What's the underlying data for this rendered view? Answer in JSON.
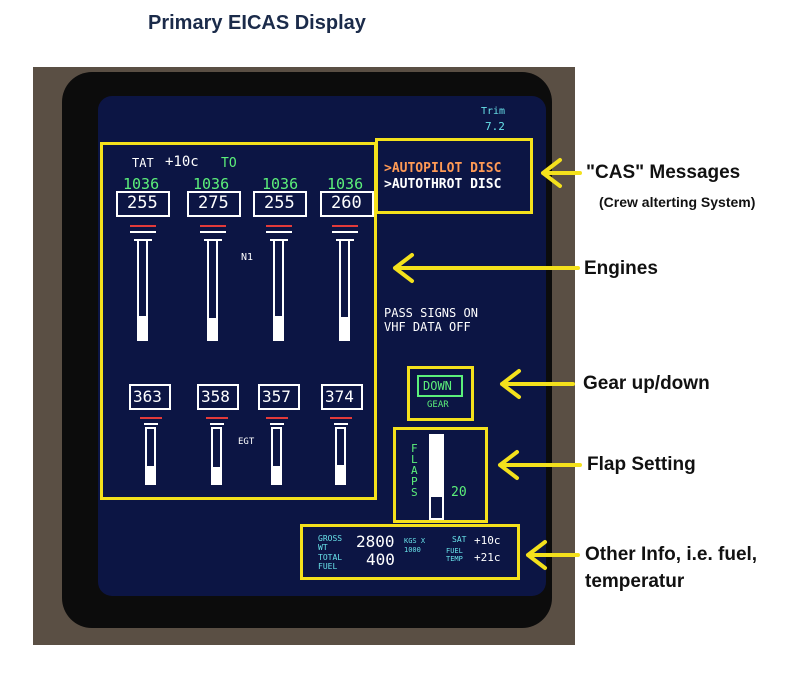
{
  "title": "Primary EICAS Display",
  "trim": {
    "label": "Trim",
    "value": "7.2"
  },
  "tat": {
    "label": "TAT",
    "value": "+10c",
    "mode": "TO"
  },
  "engines": {
    "limits": [
      "1036",
      "1036",
      "1036",
      "1036"
    ],
    "n1": [
      "255",
      "275",
      "255",
      "260"
    ],
    "n1_label": "N1",
    "egt": [
      "363",
      "358",
      "357",
      "374"
    ],
    "egt_label": "EGT"
  },
  "cas": {
    "line1": ">AUTOPILOT DISC",
    "line2": ">AUTOTHROT DISC"
  },
  "memo": {
    "line1": "PASS SIGNS ON",
    "line2": "VHF DATA OFF"
  },
  "gear": {
    "state": "DOWN",
    "label": "GEAR"
  },
  "flaps": {
    "label": "FLAPS",
    "value": "20"
  },
  "info": {
    "gross_wt_label": "GROSS WT",
    "gross_wt": "2800",
    "total_fuel_label": "TOTAL FUEL",
    "total_fuel": "400",
    "unit": "KGS X 1000",
    "sat_label": "SAT",
    "sat": "+10c",
    "fuel_temp_label": "FUEL TEMP",
    "fuel_temp": "+21c"
  },
  "callouts": {
    "cas": "\"CAS\" Messages",
    "cas_sub": "(Crew alterting System)",
    "engines": "Engines",
    "gear": "Gear up/down",
    "flaps": "Flap Setting",
    "other1": "Other Info, i.e. fuel,",
    "other2": "temperatur"
  },
  "colors": {
    "screen": "#0c1544",
    "annotation": "#f4e11c",
    "cas_amber": "#ff9a55",
    "eicas_green": "#5cf07a",
    "eicas_cyan": "#67e0e8",
    "redline": "#e23a3a"
  }
}
